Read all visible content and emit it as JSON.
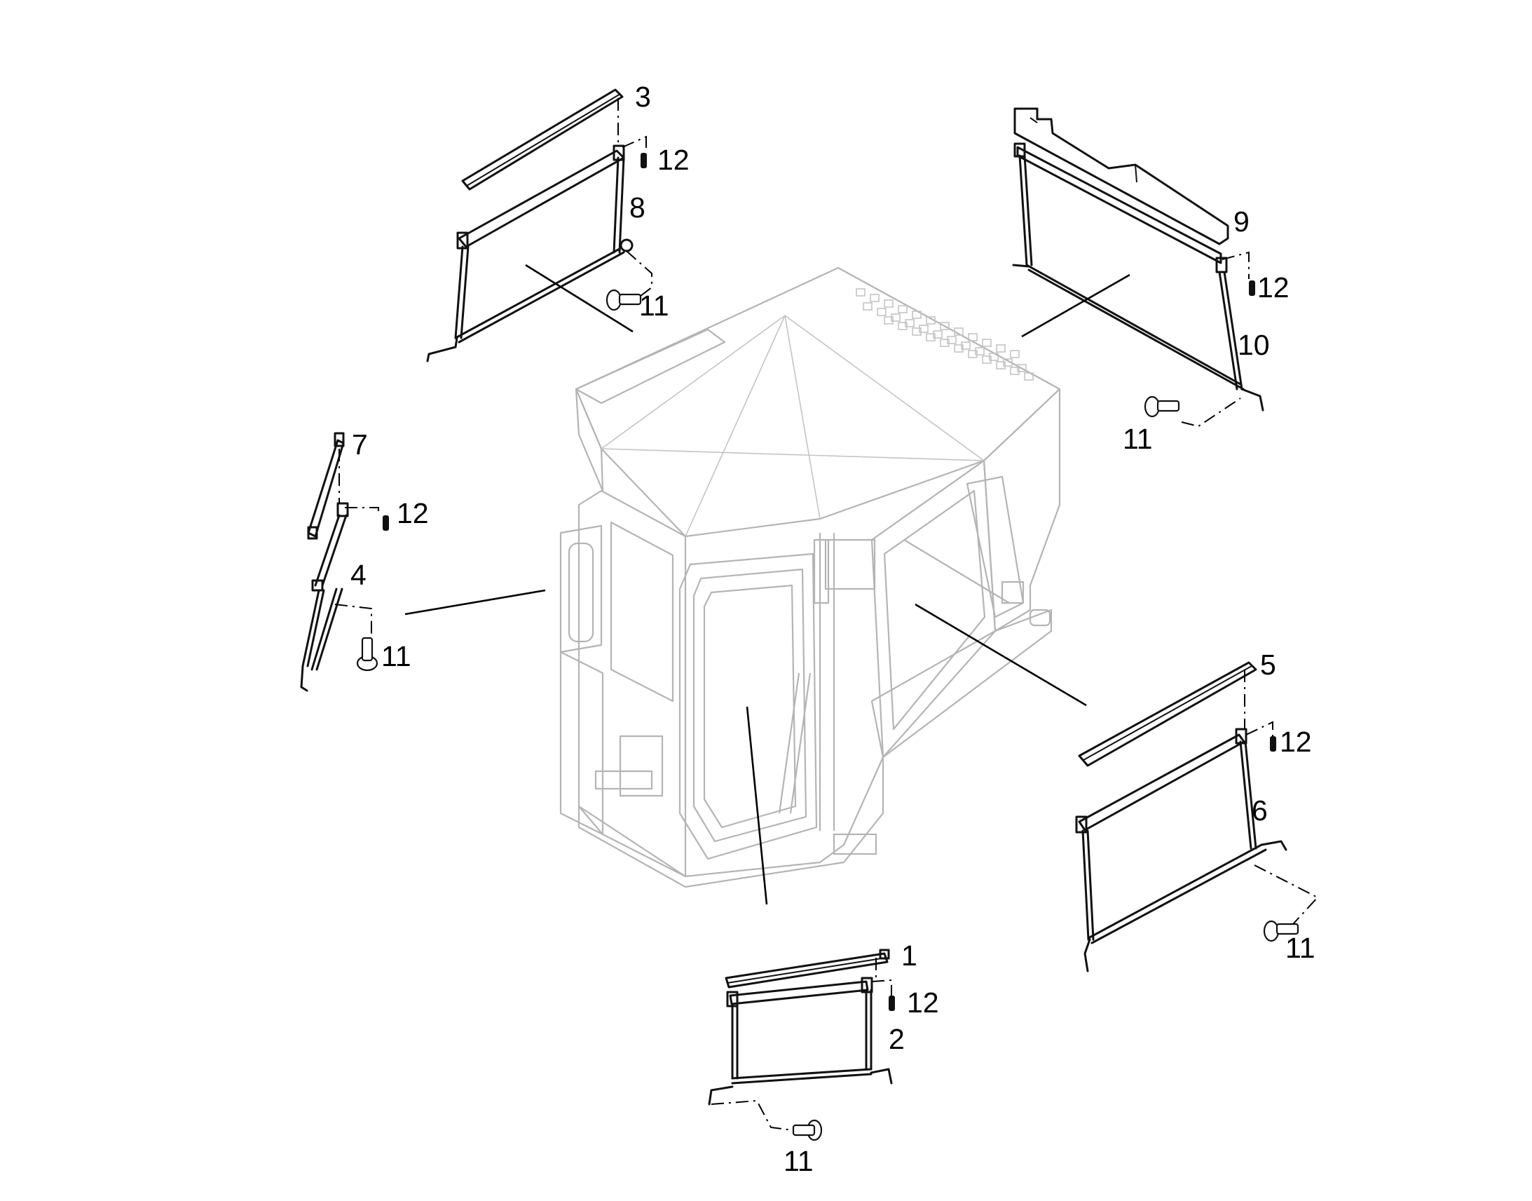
{
  "callouts": [
    {
      "id": "1",
      "label": "1"
    },
    {
      "id": "2",
      "label": "2"
    },
    {
      "id": "3",
      "label": "3"
    },
    {
      "id": "4",
      "label": "4"
    },
    {
      "id": "5",
      "label": "5"
    },
    {
      "id": "6",
      "label": "6"
    },
    {
      "id": "7",
      "label": "7"
    },
    {
      "id": "8",
      "label": "8"
    },
    {
      "id": "9",
      "label": "9"
    },
    {
      "id": "10",
      "label": "10"
    },
    {
      "id": "11a",
      "label": "11"
    },
    {
      "id": "11b",
      "label": "11"
    },
    {
      "id": "11c",
      "label": "11"
    },
    {
      "id": "11d",
      "label": "11"
    },
    {
      "id": "11e",
      "label": "11"
    },
    {
      "id": "12a",
      "label": "12"
    },
    {
      "id": "12b",
      "label": "12"
    },
    {
      "id": "12c",
      "label": "12"
    },
    {
      "id": "12d",
      "label": "12"
    },
    {
      "id": "12e",
      "label": "12"
    }
  ]
}
